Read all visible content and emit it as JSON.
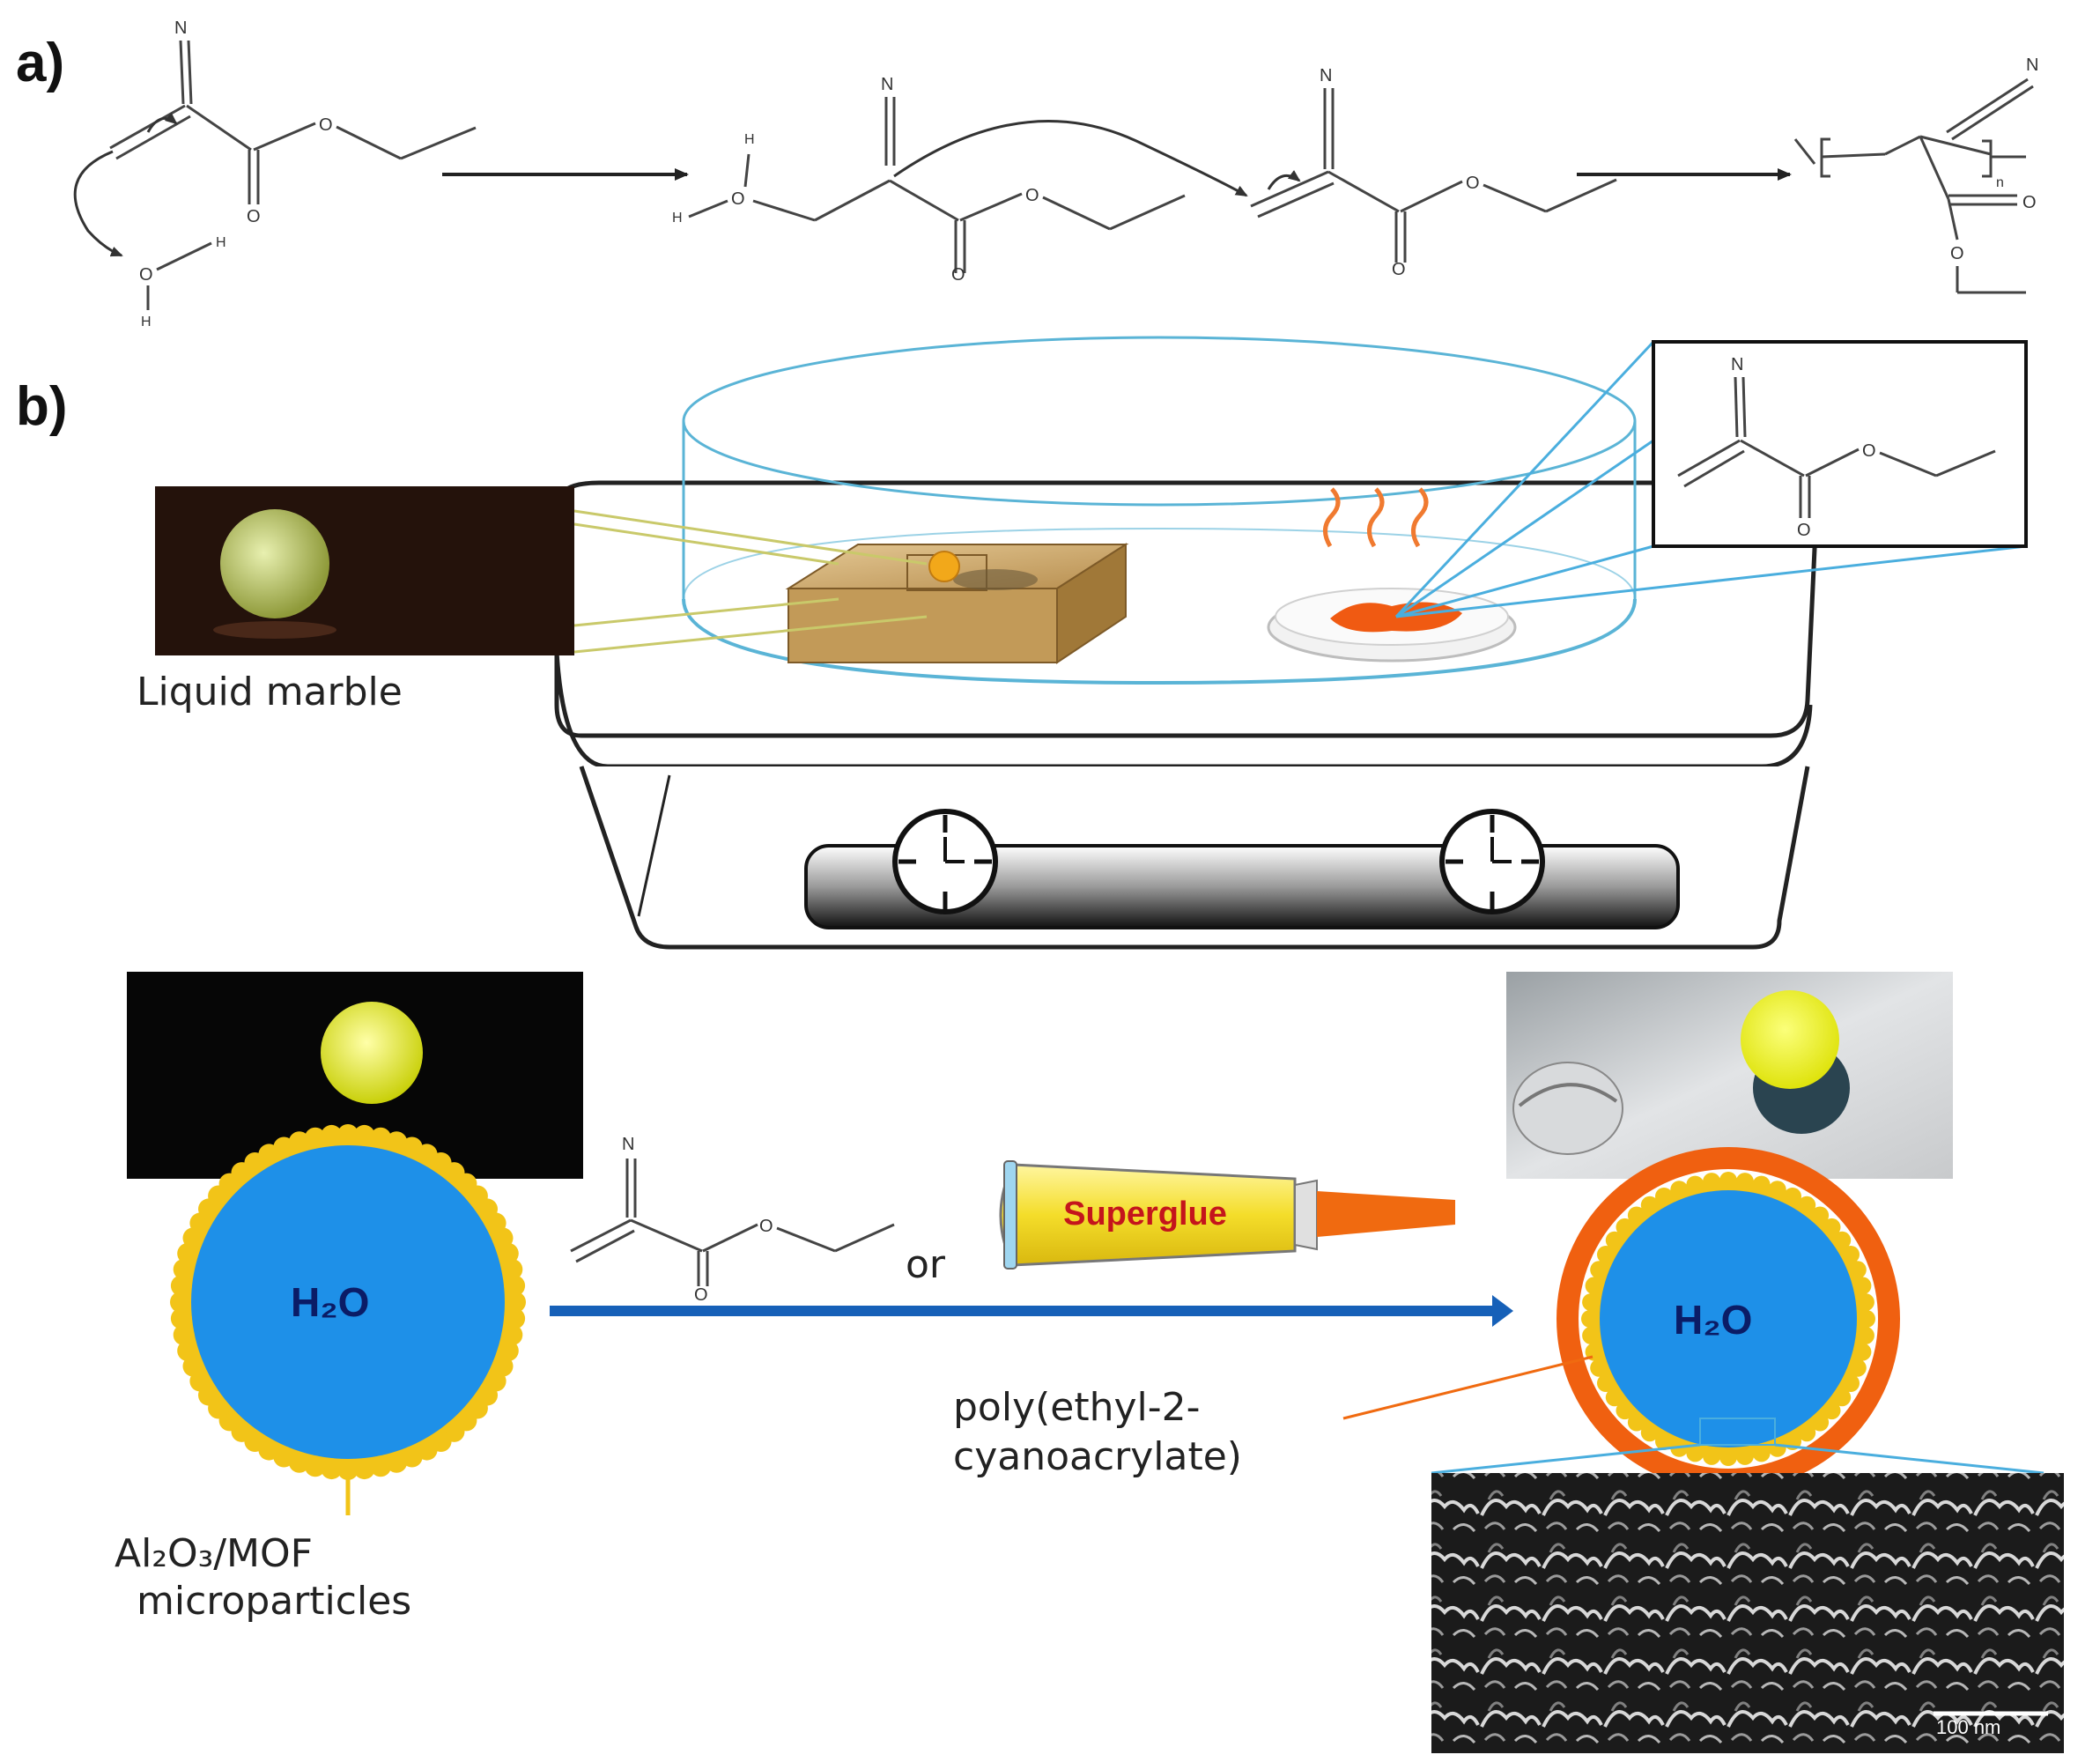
{
  "panel_labels": {
    "a": "a)",
    "b": "b)"
  },
  "atoms": {
    "N": "N",
    "O": "O",
    "H": "H",
    "n": "n"
  },
  "labels": {
    "liquid_marble": "Liquid marble",
    "or": "or",
    "superglue": "Superglue",
    "water_left": "H₂O",
    "water_right": "H₂O",
    "microparticles_line1": "Al₂O₃/MOF",
    "microparticles_line2": "microparticles",
    "polymer_line1": "poly(ethyl-2-",
    "polymer_line2": "cyanoacrylate)",
    "scale_bar": "100 nm"
  },
  "colors": {
    "water": "#1e90e8",
    "particles": "#f2c418",
    "polymer_shell": "#f06010",
    "chamber_outline": "#5ab4d6",
    "arrow_blue": "#1660b8",
    "superglue_tube": "#f6e23a",
    "superglue_text": "#c4151c",
    "nozzle": "#f06a10",
    "block": "#c8a26a"
  },
  "icons": {
    "hot_plate": "hot-plate-stirrer",
    "glue_tube": "superglue-tube",
    "monomer_dish": "petri-dish-with-vapor",
    "sample_holder": "wooden-block"
  }
}
